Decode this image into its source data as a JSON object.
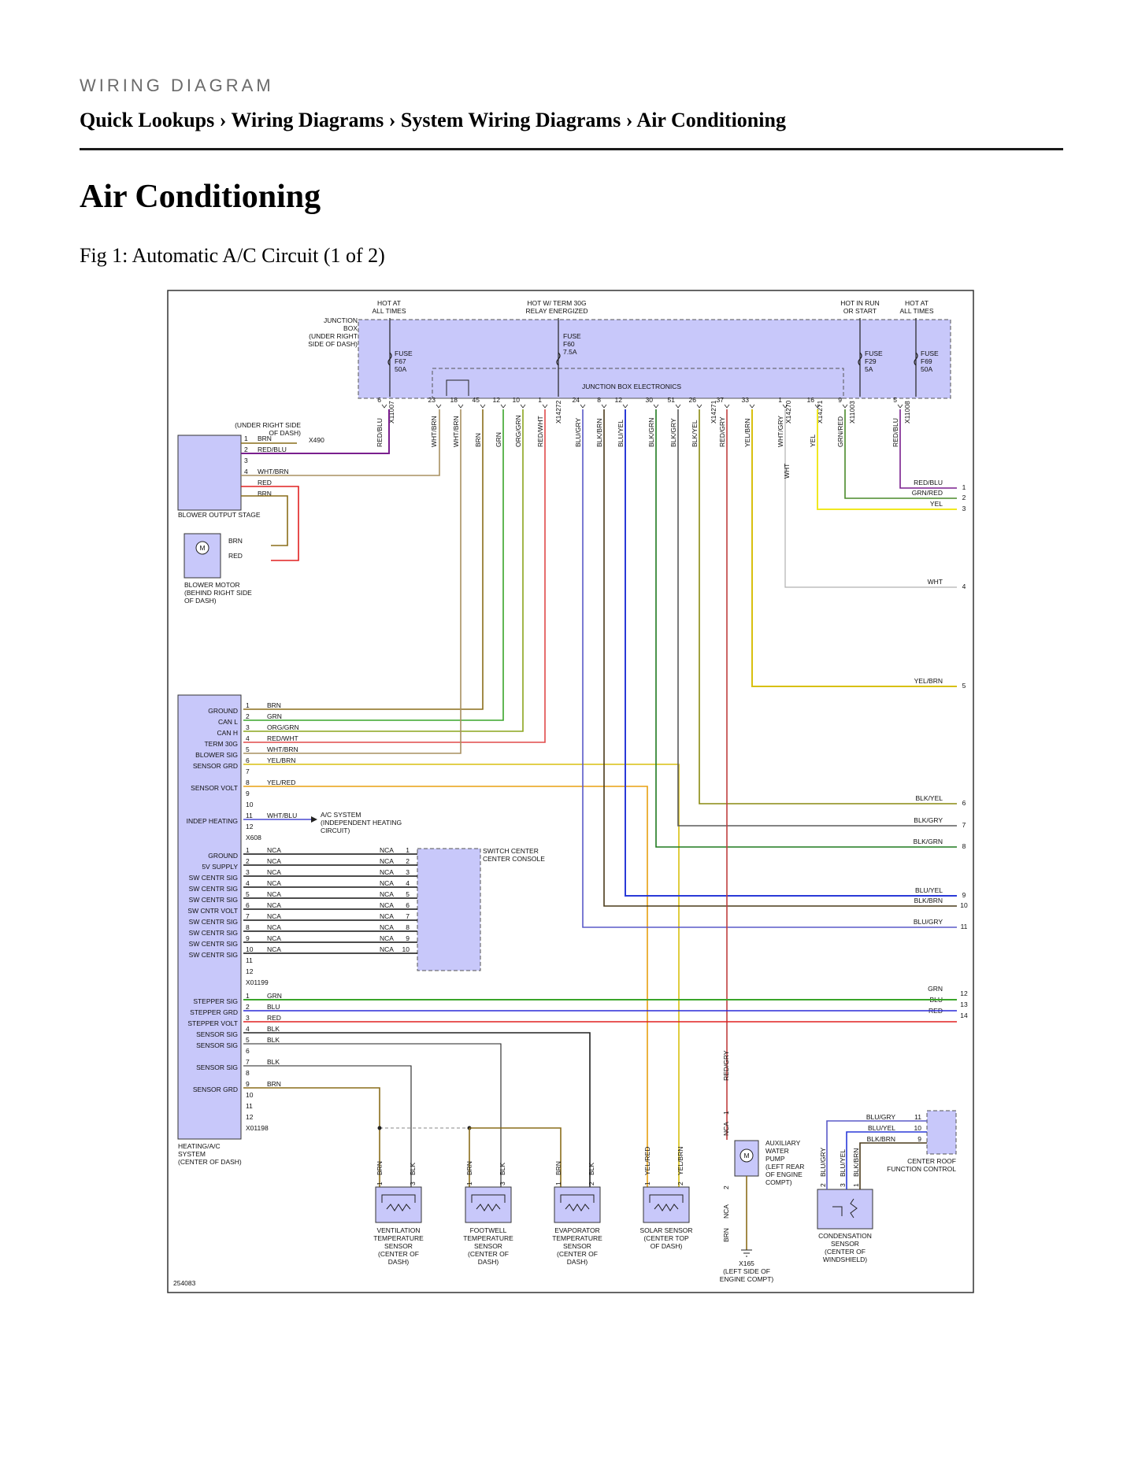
{
  "header": {
    "eyebrow": "WIRING DIAGRAM",
    "breadcrumb": [
      "Quick Lookups",
      "Wiring Diagrams",
      "System Wiring Diagrams",
      "Air Conditioning"
    ],
    "separator": " › "
  },
  "page_title": "Air Conditioning",
  "figure_caption": "Fig 1: Automatic A/C Circuit (1 of 2)",
  "diagram": {
    "figure_id": "254083",
    "colors": {
      "module_fill": "#c8c8fa",
      "frame": "#333333"
    },
    "power_labels": [
      "HOT AT|ALL TIMES",
      "HOT W/ TERM 30G|RELAY ENERGIZED",
      "HOT IN RUN|OR START",
      "HOT AT|ALL TIMES"
    ],
    "junction_box_label": "JUNCTION|BOX|(UNDER RIGHT|SIDE OF DASH)",
    "junction_box_electronics": "JUNCTION BOX ELECTRONICS",
    "fuses": [
      "FUSE|F67|50A",
      "FUSE|F60|7.5A",
      "FUSE|F29|5A",
      "FUSE|F69|50A"
    ],
    "jb_pins": [
      "6",
      "23",
      "18",
      "45",
      "12",
      "10",
      "1",
      "24",
      "8",
      "12",
      "30",
      "51",
      "26",
      "37",
      "33",
      "1",
      "16",
      "9",
      "5"
    ],
    "jb_wires": [
      "RED/BLU",
      "WHT/BRN",
      "WHT/BRN",
      "BRN",
      "GRN",
      "ORG/GRN",
      "RED/WHT",
      "BLU/GRY",
      "BLK/BRN",
      "BLU/YEL",
      "BLK/GRN",
      "BLK/GRY",
      "BLK/YEL",
      "RED/GRY",
      "YEL/BRN",
      "WHT/GRY",
      "YEL",
      "GRN/RED",
      "RED/BLU"
    ],
    "connectors": [
      "X11007",
      "X14272",
      "X14271",
      "X14270",
      "X14271",
      "X11003",
      "X11008"
    ],
    "blower_stage": {
      "label": "BLOWER OUTPUT STAGE",
      "location": "(UNDER RIGHT SIDE|OF DASH)",
      "ground_connector": "X490",
      "pins": [
        "1",
        "2",
        "3",
        "4",
        "",
        ""
      ],
      "wires": [
        "BRN",
        "RED/BLU",
        "",
        "WHT/BRN",
        "RED",
        "BRN"
      ]
    },
    "blower_motor": {
      "label": "BLOWER MOTOR|(BEHIND RIGHT SIDE|OF DASH)",
      "symbol": "M",
      "wires": [
        "BRN",
        "RED"
      ]
    },
    "heating_module": {
      "label": "HEATING/A/C|SYSTEM|(CENTER OF DASH)",
      "group1": {
        "connector": "X608",
        "rows": [
          {
            "pin": "1",
            "name": "GROUND",
            "wire": "BRN"
          },
          {
            "pin": "2",
            "name": "CAN L",
            "wire": "GRN"
          },
          {
            "pin": "3",
            "name": "CAN H",
            "wire": "ORG/GRN"
          },
          {
            "pin": "4",
            "name": "TERM 30G",
            "wire": "RED/WHT"
          },
          {
            "pin": "5",
            "name": "BLOWER SIG",
            "wire": "WHT/BRN"
          },
          {
            "pin": "6",
            "name": "SENSOR GRD",
            "wire": "YEL/BRN"
          },
          {
            "pin": "7",
            "name": "",
            "wire": ""
          },
          {
            "pin": "8",
            "name": "SENSOR VOLT",
            "wire": "YEL/RED"
          },
          {
            "pin": "9",
            "name": "",
            "wire": ""
          },
          {
            "pin": "10",
            "name": "",
            "wire": ""
          },
          {
            "pin": "11",
            "name": "INDEP HEATING",
            "wire": "WHT/BLU"
          },
          {
            "pin": "12",
            "name": "",
            "wire": ""
          }
        ]
      },
      "group2": {
        "connector": "X01199",
        "rows": [
          {
            "pin": "1",
            "name": "GROUND",
            "wire": "NCA",
            "spin": "1"
          },
          {
            "pin": "2",
            "name": "5V SUPPLY",
            "wire": "NCA",
            "spin": "2"
          },
          {
            "pin": "3",
            "name": "SW CENTR SIG",
            "wire": "NCA",
            "spin": "3"
          },
          {
            "pin": "4",
            "name": "SW CENTR SIG",
            "wire": "NCA",
            "spin": "4"
          },
          {
            "pin": "5",
            "name": "SW CENTR SIG",
            "wire": "NCA",
            "spin": "5"
          },
          {
            "pin": "6",
            "name": "SW CNTR VOLT",
            "wire": "NCA",
            "spin": "6"
          },
          {
            "pin": "7",
            "name": "SW CENTR SIG",
            "wire": "NCA",
            "spin": "7"
          },
          {
            "pin": "8",
            "name": "SW CENTR SIG",
            "wire": "NCA",
            "spin": "8"
          },
          {
            "pin": "9",
            "name": "SW CENTR SIG",
            "wire": "NCA",
            "spin": "9"
          },
          {
            "pin": "10",
            "name": "SW CENTR SIG",
            "wire": "NCA",
            "spin": "10"
          },
          {
            "pin": "11",
            "name": "",
            "wire": "",
            "spin": ""
          },
          {
            "pin": "12",
            "name": "",
            "wire": "",
            "spin": ""
          }
        ]
      },
      "group3": {
        "connector": "X01198",
        "rows": [
          {
            "pin": "1",
            "name": "STEPPER SIG",
            "wire": "GRN"
          },
          {
            "pin": "2",
            "name": "STEPPER GRD",
            "wire": "BLU"
          },
          {
            "pin": "3",
            "name": "STEPPER VOLT",
            "wire": "RED"
          },
          {
            "pin": "4",
            "name": "SENSOR SIG",
            "wire": "BLK"
          },
          {
            "pin": "5",
            "name": "SENSOR SIG",
            "wire": "BLK"
          },
          {
            "pin": "6",
            "name": "",
            "wire": ""
          },
          {
            "pin": "7",
            "name": "SENSOR SIG",
            "wire": "BLK"
          },
          {
            "pin": "8",
            "name": "",
            "wire": ""
          },
          {
            "pin": "9",
            "name": "SENSOR GRD",
            "wire": "BRN"
          },
          {
            "pin": "10",
            "name": "",
            "wire": ""
          },
          {
            "pin": "11",
            "name": "",
            "wire": ""
          },
          {
            "pin": "12",
            "name": "",
            "wire": ""
          }
        ]
      }
    },
    "ac_system_note": "A/C SYSTEM|(INDEPENDENT HEATING|CIRCUIT)",
    "switch_center_label": "SWITCH CENTER|CENTER CONSOLE",
    "right_outputs": [
      {
        "wire": "RED/BLU",
        "num": "1"
      },
      {
        "wire": "GRN/RED",
        "num": "2"
      },
      {
        "wire": "YEL",
        "num": "3"
      },
      {
        "wire": "WHT",
        "num": "4"
      },
      {
        "wire": "YEL/BRN",
        "num": "5"
      },
      {
        "wire": "BLK/YEL",
        "num": "6"
      },
      {
        "wire": "BLK/GRY",
        "num": "7"
      },
      {
        "wire": "BLK/GRN",
        "num": "8"
      },
      {
        "wire": "BLU/YEL",
        "num": "9"
      },
      {
        "wire": "BLK/BRN",
        "num": "10"
      },
      {
        "wire": "BLU/GRY",
        "num": "11"
      },
      {
        "wire": "GRN",
        "num": "12"
      },
      {
        "wire": "BLU",
        "num": "13"
      },
      {
        "wire": "RED",
        "num": "14"
      }
    ],
    "wht_vertical": "WHT",
    "sensors": [
      {
        "label": "VENTILATION|TEMPERATURE|SENSOR|(CENTER OF|DASH)",
        "pins": [
          "1",
          "3"
        ],
        "wires": [
          "BRN",
          "BLK"
        ]
      },
      {
        "label": "FOOTWELL|TEMPERATURE|SENSOR|(CENTER OF|DASH)",
        "pins": [
          "1",
          "3"
        ],
        "wires": [
          "BRN",
          "BLK"
        ]
      },
      {
        "label": "EVAPORATOR|TEMPERATURE|SENSOR|(CENTER OF|DASH)",
        "pins": [
          "1",
          "2"
        ],
        "wires": [
          "BRN",
          "BLK"
        ]
      },
      {
        "label": "SOLAR SENSOR|(CENTER TOP|OF DASH)",
        "pins": [
          "1",
          "2"
        ],
        "wires": [
          "YEL/RED",
          "YEL/BRN"
        ]
      }
    ],
    "pump": {
      "label": "AUXILIARY|WATER|PUMP|(LEFT REAR|OF ENGINE|COMPT)",
      "symbol": "M",
      "top_wire": "RED/GRY",
      "top_pin": "1",
      "top_nca": "NCA",
      "bottom_pin": "2",
      "bottom_nca": "NCA",
      "bottom_wire": "BRN",
      "ground": "X165|(LEFT SIDE OF|ENGINE COMPT)"
    },
    "condensation": {
      "label": "CONDENSATION|SENSOR|(CENTER OF|WINDSHIELD)",
      "pins": [
        "2",
        "3",
        "1"
      ],
      "wires": [
        "BLU/GRY",
        "BLU/YEL",
        "BLK/BRN"
      ]
    },
    "roof_control": {
      "label": "CENTER ROOF|FUNCTION CONTROL",
      "rows": [
        {
          "wire": "BLU/GRY",
          "pin": "11"
        },
        {
          "wire": "BLU/YEL",
          "pin": "10"
        },
        {
          "wire": "BLK/BRN",
          "pin": "9"
        }
      ]
    }
  }
}
